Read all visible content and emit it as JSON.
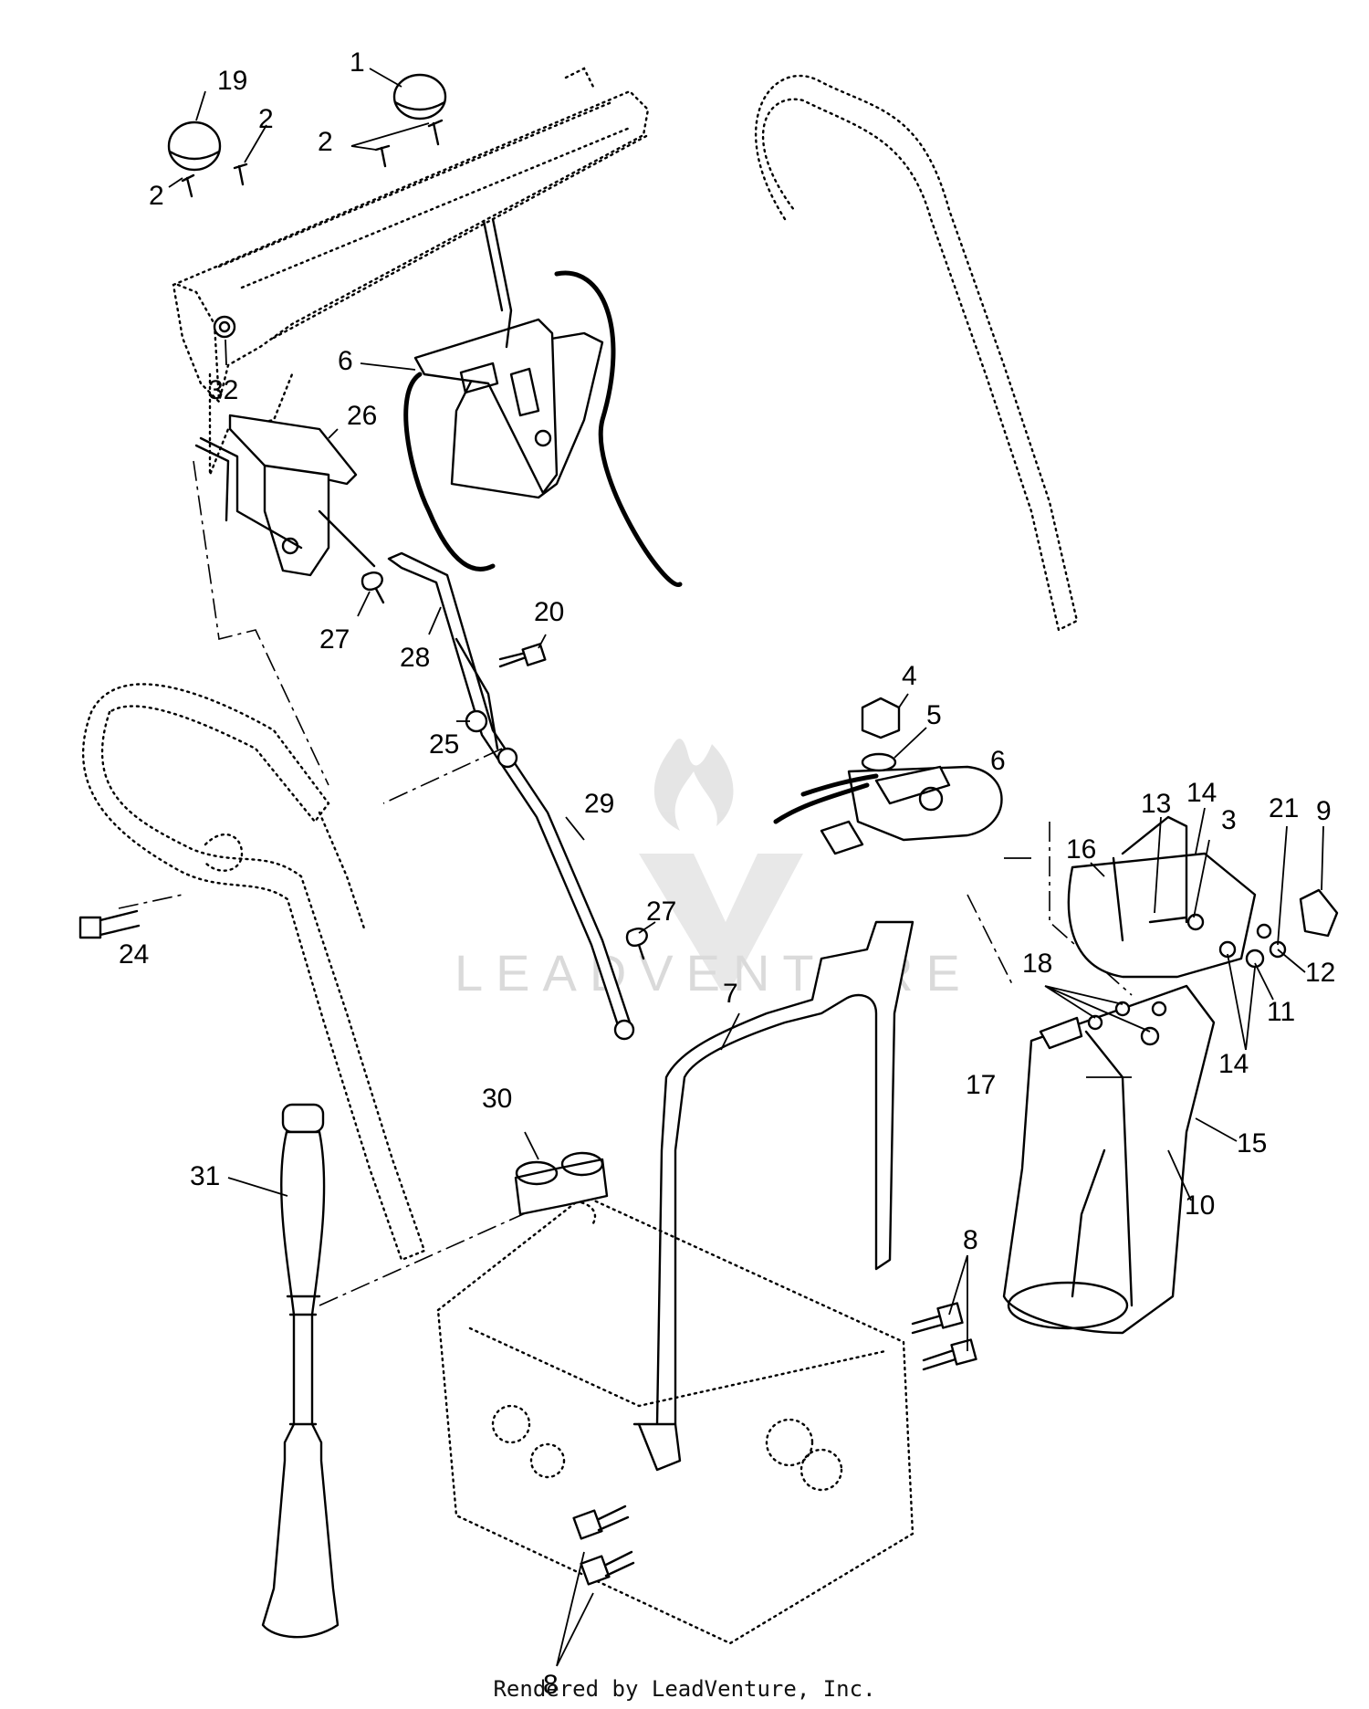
{
  "footer_text": "Rendered by LeadVenture, Inc.",
  "watermark_text": "LEADVENTURE",
  "callouts": [
    {
      "id": "c-1",
      "text": "1"
    },
    {
      "id": "c-19",
      "text": "19"
    },
    {
      "id": "c-2a",
      "text": "2"
    },
    {
      "id": "c-2b",
      "text": "2"
    },
    {
      "id": "c-2c",
      "text": "2"
    },
    {
      "id": "c-32",
      "text": "32"
    },
    {
      "id": "c-6a",
      "text": "6"
    },
    {
      "id": "c-26",
      "text": "26"
    },
    {
      "id": "c-27a",
      "text": "27"
    },
    {
      "id": "c-28",
      "text": "28"
    },
    {
      "id": "c-20",
      "text": "20"
    },
    {
      "id": "c-25",
      "text": "25"
    },
    {
      "id": "c-24",
      "text": "24"
    },
    {
      "id": "c-29",
      "text": "29"
    },
    {
      "id": "c-27b",
      "text": "27"
    },
    {
      "id": "c-4",
      "text": "4"
    },
    {
      "id": "c-5",
      "text": "5"
    },
    {
      "id": "c-6b",
      "text": "6"
    },
    {
      "id": "c-14a",
      "text": "14"
    },
    {
      "id": "c-13",
      "text": "13"
    },
    {
      "id": "c-3",
      "text": "3"
    },
    {
      "id": "c-21",
      "text": "21"
    },
    {
      "id": "c-9",
      "text": "9"
    },
    {
      "id": "c-16",
      "text": "16"
    },
    {
      "id": "c-12",
      "text": "12"
    },
    {
      "id": "c-11",
      "text": "11"
    },
    {
      "id": "c-18",
      "text": "18"
    },
    {
      "id": "c-14b",
      "text": "14"
    },
    {
      "id": "c-17",
      "text": "17"
    },
    {
      "id": "c-7",
      "text": "7"
    },
    {
      "id": "c-15",
      "text": "15"
    },
    {
      "id": "c-10",
      "text": "10"
    },
    {
      "id": "c-30",
      "text": "30"
    },
    {
      "id": "c-31",
      "text": "31"
    },
    {
      "id": "c-8a",
      "text": "8"
    },
    {
      "id": "c-8b",
      "text": "8"
    }
  ]
}
